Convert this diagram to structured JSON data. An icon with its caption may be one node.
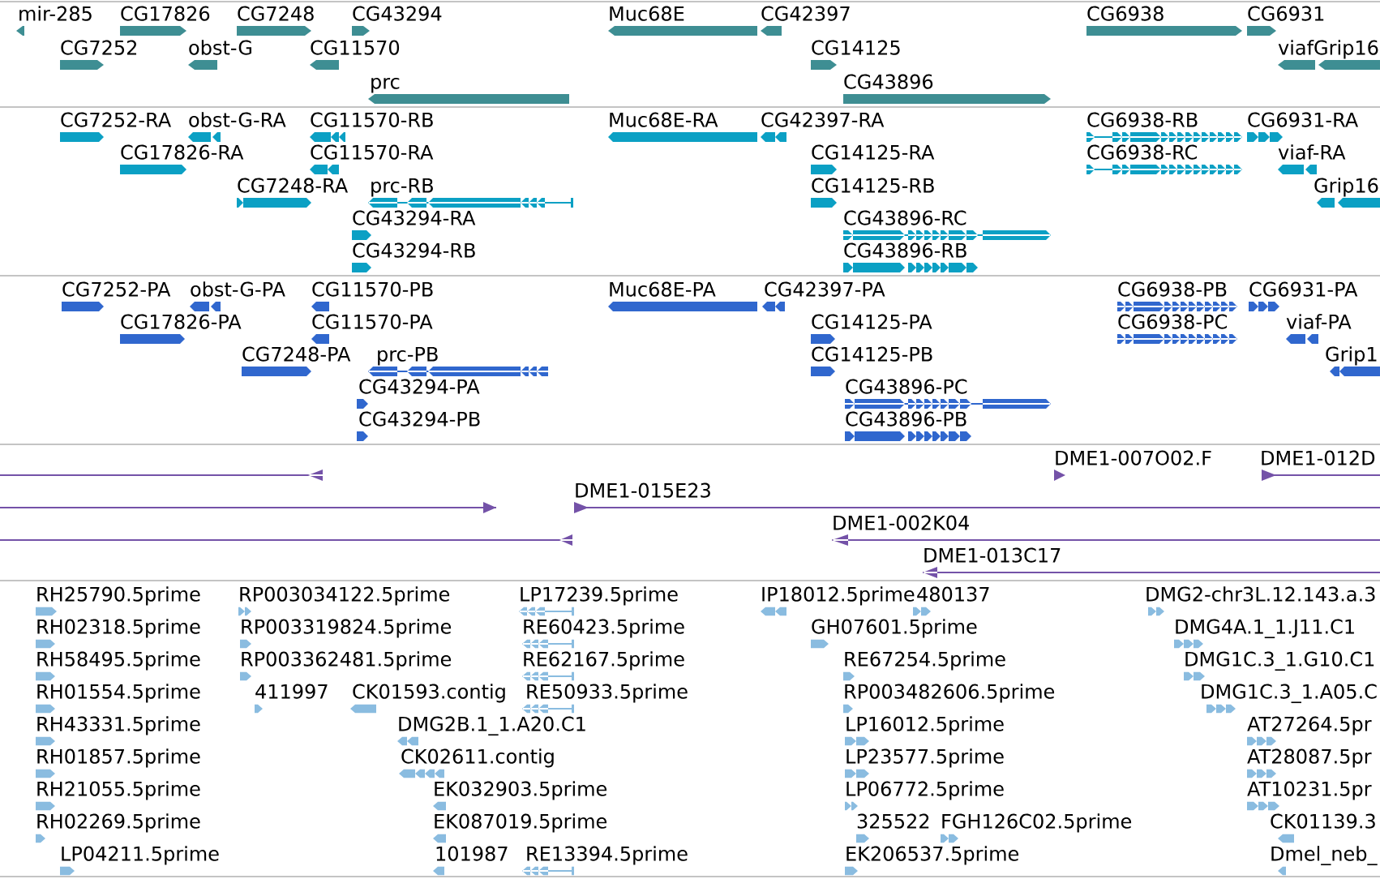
{
  "diagram": {
    "labels": [
      "mir-285",
      "CG17826",
      "CG7248",
      "CG43294",
      "Muc68E",
      "CG42397",
      "CG6938",
      "CG6931",
      "CG7252",
      "obst-G",
      "CG11570",
      "CG14125",
      "viaf",
      "Grip16",
      "prc",
      "CG43896",
      "CG7252-RA",
      "obst-G-RA",
      "CG11570-RB",
      "Muc68E-RA",
      "CG42397-RA",
      "CG6938-RB",
      "CG6931-RA",
      "CG17826-RA",
      "CG11570-RA",
      "CG14125-RA",
      "CG6938-RC",
      "viaf-RA",
      "CG7248-RA",
      "prc-RB",
      "CG14125-RB",
      "Grip16",
      "CG43294-RA",
      "CG43896-RC",
      "CG43294-RB",
      "CG43896-RB",
      "CG7252-PA",
      "obst-G-PA",
      "CG11570-PB",
      "Muc68E-PA",
      "CG42397-PA",
      "CG6938-PB",
      "CG6931-PA",
      "CG17826-PA",
      "CG11570-PA",
      "CG14125-PA",
      "CG6938-PC",
      "viaf-PA",
      "CG7248-PA",
      "prc-PB",
      "CG14125-PB",
      "Grip1",
      "CG43294-PA",
      "CG43896-PC",
      "CG43294-PB",
      "CG43896-PB",
      "DME1-007O02.F",
      "DME1-012D",
      "DME1-015E23",
      "DME1-002K04",
      "DME1-013C17",
      "RH25790.5prime",
      "RP003034122.5prime",
      "LP17239.5prime",
      "IP18012.5prime",
      "480137",
      "DMG2-chr3L.12.143.a.3",
      "RH02318.5prime",
      "RP003319824.5prime",
      "RE60423.5prime",
      "GH07601.5prime",
      "DMG4A.1_1.J11.C1",
      "RH58495.5prime",
      "RP003362481.5prime",
      "RE62167.5prime",
      "RE67254.5prime",
      "DMG1C.3_1.G10.C1",
      "RH01554.5prime",
      "411997",
      "CK01593.contig",
      "RE50933.5prime",
      "RP003482606.5prime",
      "DMG1C.3_1.A05.C",
      "RH43331.5prime",
      "DMG2B.1_1.A20.C1",
      "LP16012.5prime",
      "AT27264.5pr",
      "RH01857.5prime",
      "CK02611.contig",
      "LP23577.5prime",
      "AT28087.5pr",
      "RH21055.5prime",
      "EK032903.5prime",
      "LP06772.5prime",
      "AT10231.5pr",
      "RH02269.5prime",
      "EK087019.5prime",
      "325522",
      "FGH126C02.5prime",
      "CK01139.3",
      "LP04211.5prime",
      "101987",
      "RE13394.5prime",
      "EK206537.5prime",
      "Dmel_neb_"
    ]
  }
}
